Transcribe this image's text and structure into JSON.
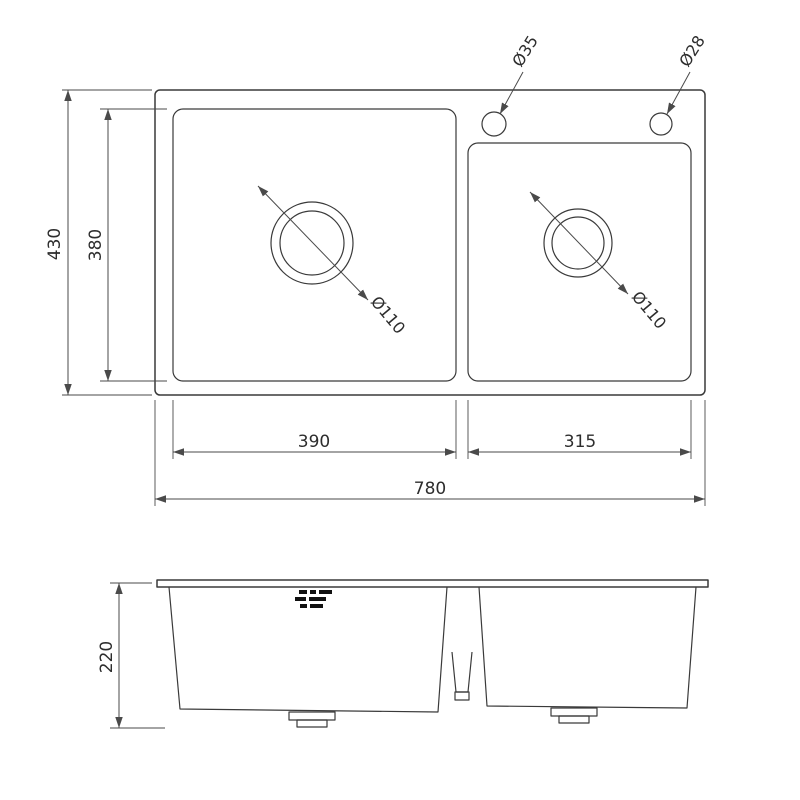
{
  "drawing": {
    "colors": {
      "line": "#3a3a3a",
      "dimension": "#4a4a4a",
      "background": "#ffffff"
    },
    "top_view": {
      "overall_width": "780",
      "overall_depth": "430",
      "bowl_inner_depth": "380",
      "left_bowl_width": "390",
      "right_bowl_width": "315",
      "left_drain_diameter": "Ø110",
      "right_drain_diameter": "Ø110",
      "faucet_hole_left_diameter": "Ø35",
      "faucet_hole_right_diameter": "Ø28"
    },
    "side_view": {
      "bowl_height": "220"
    }
  }
}
